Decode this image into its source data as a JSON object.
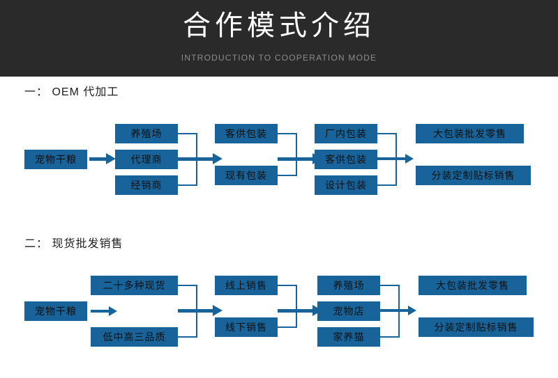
{
  "banner": {
    "title": "合作模式介绍",
    "subtitle": "INTRODUCTION TO COOPERATION MODE",
    "background_color": "#2a2a2a",
    "title_color": "#ffffff",
    "subtitle_color": "#8d8d8d"
  },
  "theme": {
    "box_color": "#17639a",
    "box_text_color": "#101010",
    "page_background": "#ffffff",
    "heading_color": "#1d1d1d"
  },
  "sections": [
    {
      "heading": "一： OEM 代加工",
      "columns": [
        {
          "name": "source",
          "nodes": [
            "宠物干粮"
          ]
        },
        {
          "name": "channel",
          "nodes": [
            "养殖场",
            "代理商",
            "经销商"
          ]
        },
        {
          "name": "packaging-source",
          "nodes": [
            "客供包装",
            "现有包装"
          ]
        },
        {
          "name": "packaging-type",
          "nodes": [
            "厂内包装",
            "客供包装",
            "设计包装"
          ]
        },
        {
          "name": "sales-mode",
          "nodes": [
            "大包装批发零售",
            "分装定制贴标销售"
          ]
        }
      ]
    },
    {
      "heading": "二： 现货批发销售",
      "columns": [
        {
          "name": "source",
          "nodes": [
            "宠物干粮"
          ]
        },
        {
          "name": "stock",
          "nodes": [
            "二十多种现货",
            "低中高三品质"
          ]
        },
        {
          "name": "sales-channel",
          "nodes": [
            "线上销售",
            "线下销售"
          ]
        },
        {
          "name": "customer",
          "nodes": [
            "养殖场",
            "宠物店",
            "家养猫"
          ]
        },
        {
          "name": "sales-mode",
          "nodes": [
            "大包装批发零售",
            "分装定制贴标销售"
          ]
        }
      ]
    }
  ]
}
